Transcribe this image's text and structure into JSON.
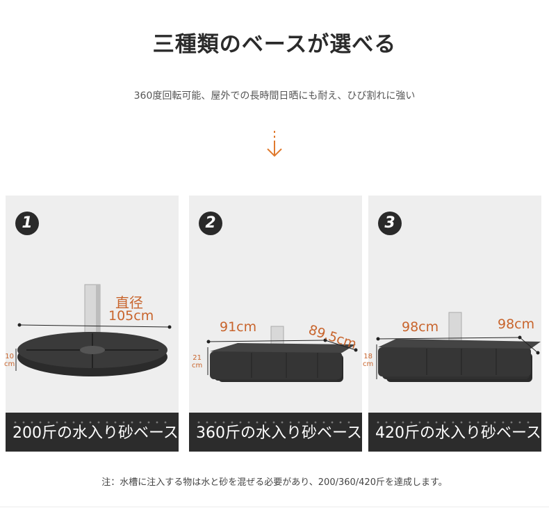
{
  "header": {
    "title": "三種類のベースが選べる",
    "subtitle": "360度回転可能、屋外での長時間日晒にも耐え、ひび割れに強い"
  },
  "cards": [
    {
      "number": "1",
      "dims": {
        "diameter_label": "直径",
        "diameter_value": "105cm",
        "height_value": "10",
        "height_unit": "cm"
      },
      "caption": "200斤の水入り砂ベース"
    },
    {
      "number": "2",
      "dims": {
        "width": "91cm",
        "depth": "89.5cm",
        "height_value": "21",
        "height_unit": "cm"
      },
      "caption": "360斤の水入り砂ベース"
    },
    {
      "number": "3",
      "dims": {
        "width": "98cm",
        "depth": "98cm",
        "height_value": "18",
        "height_unit": "cm"
      },
      "caption": "420斤の水入り砂ベース"
    }
  ],
  "note": "注：水槽に注入する物は水と砂を混ぜる必要があり、200/360/420斤を達成します。",
  "colors": {
    "accent": "#e07a2e",
    "dim_text": "#c8642c",
    "caption_bg": "#2c2c2c",
    "card_bg": "#eeeeee"
  },
  "icons": {
    "down_arrow": "down-arrow-icon"
  }
}
